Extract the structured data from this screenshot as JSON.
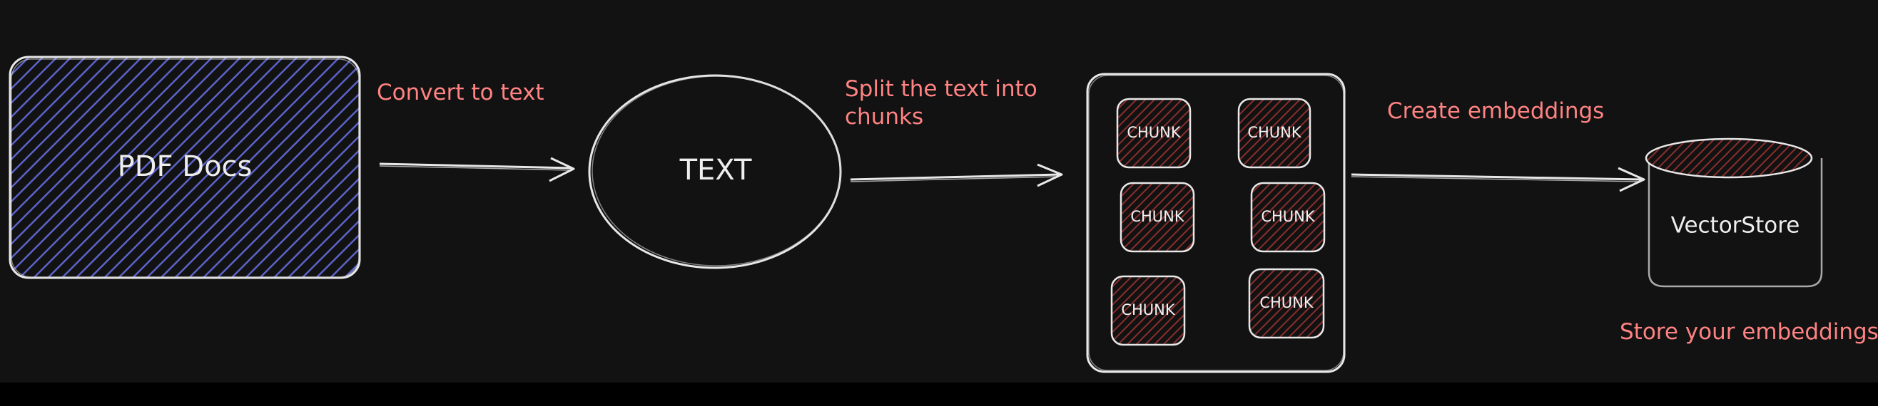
{
  "colors": {
    "canvas": "#121212",
    "stroke": "#e8e8e8",
    "pdf_fill": "#5b63c9",
    "chunk_fill": "#8a2e2e",
    "annotation": "#ff8383"
  },
  "nodes": {
    "pdf": "PDF Docs",
    "text": "TEXT",
    "chunk": "CHUNK",
    "vectorstore": "VectorStore"
  },
  "edge_labels": {
    "convert": "Convert to text",
    "split_line1": "Split the text into",
    "split_line2": "chunks",
    "embed": "Create embeddings",
    "store": "Store your embeddings"
  }
}
